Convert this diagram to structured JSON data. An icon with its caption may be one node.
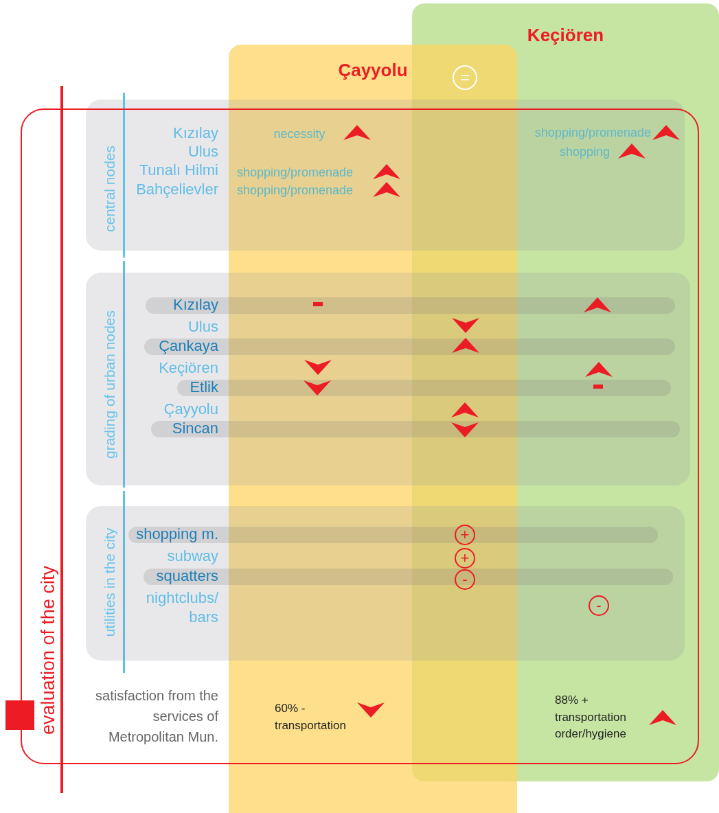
{
  "diagram": {
    "nodes": [
      {
        "text": [
          "Çayyolu"
        ]
      },
      {
        "text": [
          "Keçiören"
        ]
      },
      {
        "text": [
          "="
        ]
      },
      {
        "text": [
          "evaluation of the city"
        ]
      },
      {
        "text": [
          "central nodes"
        ]
      },
      {
        "text": [
          "grading of urban nodes"
        ],
        "in": 3
      },
      {
        "text": [
          "Kızılay"
        ],
        "in": 5
      },
      {
        "text": [
          "Çankaya"
        ],
        "in": 5
      },
      {
        "text": [
          "Etlik"
        ],
        "in": 5
      },
      {
        "text": [
          "Sincan"
        ],
        "in": 5
      },
      {
        "text": [
          "utilities in the city"
        ],
        "in": 3
      },
      {
        "text": [
          "shopping m."
        ],
        "in": 10
      },
      {
        "text": [
          "squatters"
        ],
        "in": 10
      },
      {
        "text": [
          "+"
        ]
      },
      {
        "text": [
          "+"
        ]
      },
      {
        "text": [
          "-"
        ]
      },
      {
        "text": [
          "-"
        ]
      }
    ],
    "labels": [
      "Kızılay",
      "necessity",
      "shopping/promenade",
      "Ulus",
      "shopping",
      "Tunalı Hilmi",
      "shopping/promenade",
      "Bahçelievler",
      "shopping/promenade",
      "Ulus",
      "Keçiören",
      "Çayyolu",
      "subway",
      "nightclubs/ bars",
      "satisfaction from the services of Metropolitan Mun.",
      "60% - transportation",
      "88% + transportation order/hygiene"
    ]
  }
}
